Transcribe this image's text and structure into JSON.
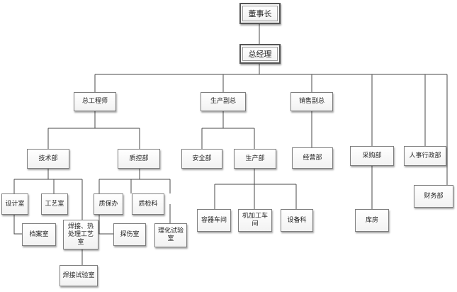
{
  "nodes": {
    "chairman": "董事长",
    "general_manager": "总经理",
    "chief_engineer": "总工程师",
    "production_vp": "生产副总",
    "sales_vp": "销售副总",
    "technology_dept": "技术部",
    "quality_dept": "质控部",
    "safety_dept": "安全部",
    "production_dept": "生产部",
    "business_dept": "经营部",
    "purchasing_dept": "采购部",
    "hr_admin_dept": "人事行政部",
    "finance_dept": "财务部",
    "design_room": "设计室",
    "process_room": "工艺室",
    "archive_room": "档案室",
    "welding_heat_room": "焊接、热处理工艺室",
    "welding_test_room": "焊接试验室",
    "qa_office": "质保办",
    "inspection_section": "质检科",
    "ndt_room": "探伤室",
    "physchem_lab": "理化试验室",
    "vessel_workshop": "容器车间",
    "machining_workshop": "机加工车间",
    "equipment_section": "设备科",
    "warehouse": "库房"
  },
  "colors": {
    "line": "#4a4a4a",
    "border": "#7f7f7f"
  }
}
